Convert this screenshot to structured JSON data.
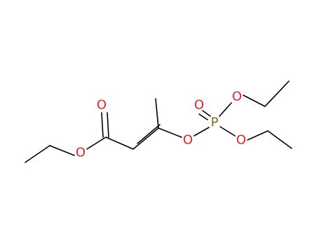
{
  "molecule": {
    "atoms": [
      {
        "id": "o_carbonyl",
        "symbol": "O",
        "color": "#e8202a"
      },
      {
        "id": "o_ester",
        "symbol": "O",
        "color": "#e8202a"
      },
      {
        "id": "o_enol",
        "symbol": "O",
        "color": "#e8202a"
      },
      {
        "id": "o_phosphoryl",
        "symbol": "O",
        "color": "#e8202a"
      },
      {
        "id": "p_phosphorus",
        "symbol": "P",
        "color": "#8a6a10"
      },
      {
        "id": "o_phos_upper",
        "symbol": "O",
        "color": "#e8202a"
      },
      {
        "id": "o_phos_lower",
        "symbol": "O",
        "color": "#e8202a"
      }
    ],
    "bond_color": "#000000"
  }
}
